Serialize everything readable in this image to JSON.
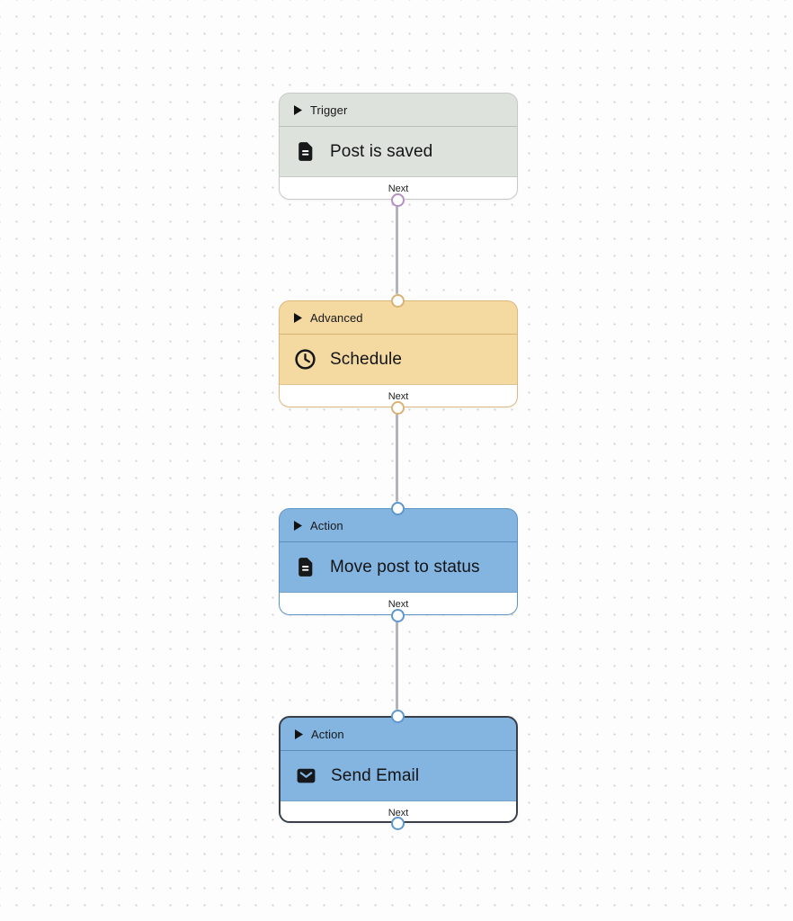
{
  "canvas": {
    "background": "#fdfdfd",
    "dot_color": "#d2d2d2",
    "edge_color": "#b3b3ba"
  },
  "nodes": [
    {
      "category": "Trigger",
      "title": "Post is saved",
      "icon": "document-icon",
      "footer_label": "Next",
      "selected": false,
      "colors": {
        "background": "#dde3dc",
        "border": "#c6cac6",
        "divider": "#b7bfb7",
        "port": "#b48fc2"
      }
    },
    {
      "category": "Advanced",
      "title": "Schedule",
      "icon": "clock-icon",
      "footer_label": "Next",
      "selected": false,
      "colors": {
        "background": "#f4d9a1",
        "border": "#dcb97e",
        "divider": "#d6b274",
        "port": "#d8b276"
      }
    },
    {
      "category": "Action",
      "title": "Move post to status",
      "icon": "document-icon",
      "footer_label": "Next",
      "selected": false,
      "colors": {
        "background": "#84b5e0",
        "border": "#5d94c6",
        "divider": "#5b8cba",
        "port": "#5e97cb"
      }
    },
    {
      "category": "Action",
      "title": "Send Email",
      "icon": "mail-icon",
      "footer_label": "Next",
      "selected": true,
      "colors": {
        "background": "#84b5e0",
        "border": "#394049",
        "divider": "#5b8cba",
        "port": "#5e97cb"
      }
    }
  ],
  "edges": [
    {
      "from": "Post is saved",
      "to": "Schedule"
    },
    {
      "from": "Schedule",
      "to": "Move post to status"
    },
    {
      "from": "Move post to status",
      "to": "Send Email"
    }
  ]
}
